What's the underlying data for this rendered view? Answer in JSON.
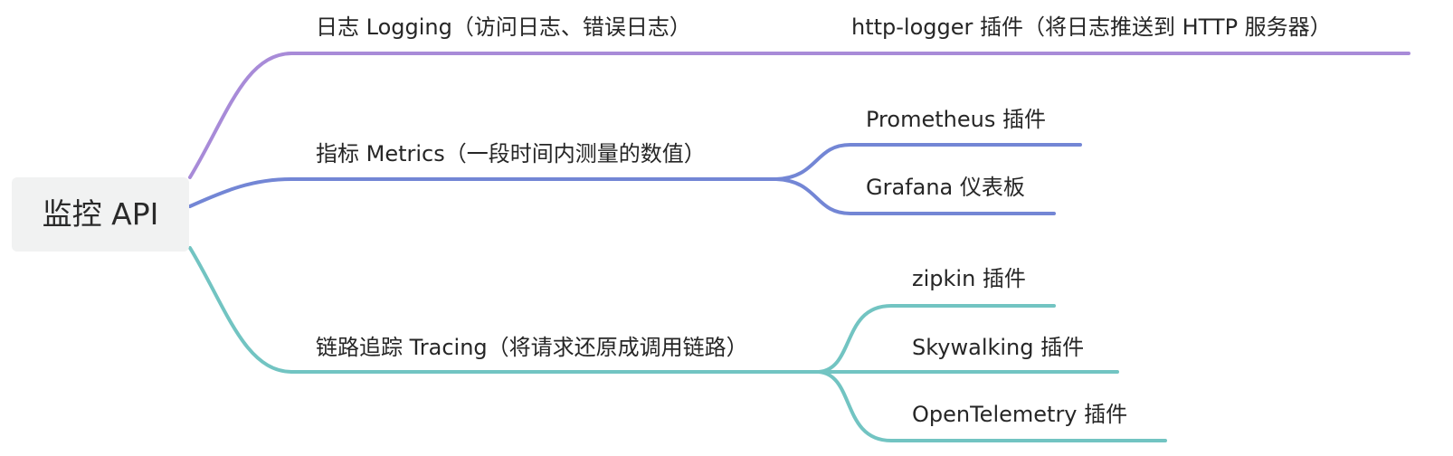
{
  "root": {
    "label": "监控 API"
  },
  "branches": [
    {
      "label": "日志 Logging（访问日志、错误日志）",
      "color": "#a88bd8",
      "children": [
        {
          "label": "http-logger 插件（将日志推送到 HTTP 服务器）"
        }
      ]
    },
    {
      "label": "指标 Metrics（一段时间内测量的数值）",
      "color": "#7386d5",
      "children": [
        {
          "label": "Prometheus 插件"
        },
        {
          "label": "Grafana 仪表板"
        }
      ]
    },
    {
      "label": "链路追踪 Tracing（将请求还原成调用链路）",
      "color": "#72c4c2",
      "children": [
        {
          "label": "zipkin 插件"
        },
        {
          "label": "Skywalking 插件"
        },
        {
          "label": "OpenTelemetry 插件"
        }
      ]
    }
  ]
}
